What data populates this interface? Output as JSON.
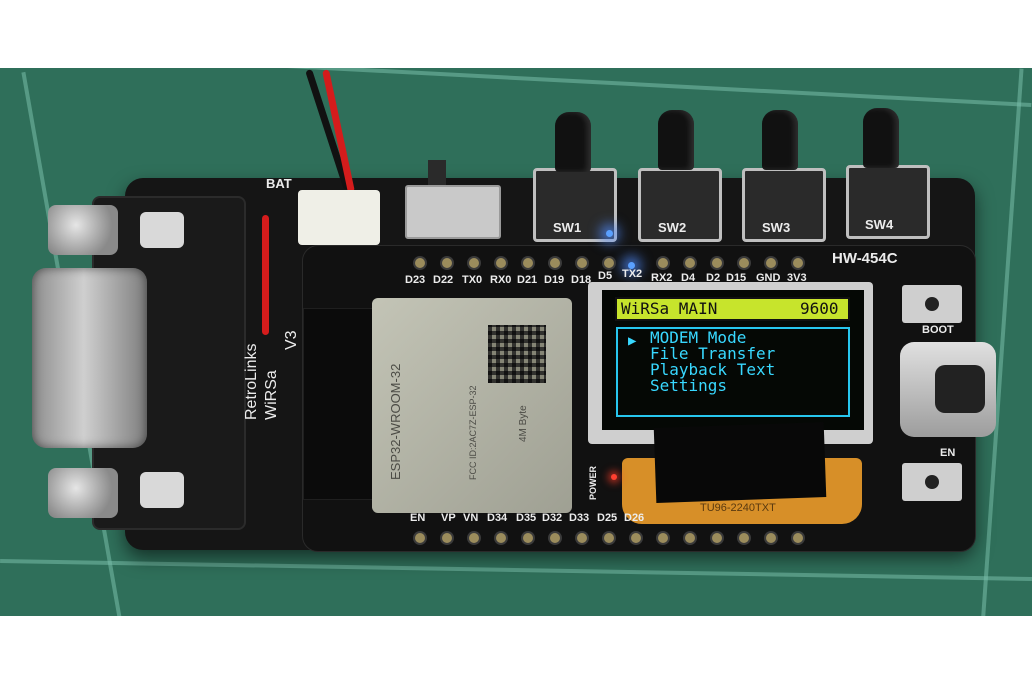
{
  "photo": {
    "subject": "HW-454C ESP32 RetroWiFi board",
    "colors": {
      "mat": "#2f6f5a",
      "board": "#151515",
      "oled_header": "#c7e42c",
      "oled_text": "#38d8ff"
    }
  },
  "silkscreen": {
    "board_id": "HW-454C",
    "bat": "BAT",
    "top_pins": [
      "D23",
      "D22",
      "TX0",
      "RX0",
      "D21",
      "D19",
      "D18",
      "D5",
      "TX2",
      "RX2",
      "D4",
      "D2",
      "D15",
      "GND",
      "3V3"
    ],
    "bottom_pins": [
      "EN",
      "VP",
      "VN",
      "D34",
      "D35",
      "D32",
      "D33",
      "D25",
      "D26"
    ],
    "switches": [
      "SW1",
      "SW2",
      "SW3",
      "SW4"
    ],
    "boot": "BOOT",
    "en": "EN",
    "power": "POWER",
    "logo_text": [
      "RetroLinks",
      "WiRSa",
      "V3"
    ],
    "flex_label": "TU96-2240TXT"
  },
  "esp_module": {
    "name": "ESP32-WROOM-32",
    "flash": "4M Byte",
    "fcc": "FCC ID:2AC7Z-ESP-32"
  },
  "oled": {
    "header_title": "WiRSa MAIN",
    "header_baud": "9600",
    "cursor": "▶",
    "menu_items": [
      "MODEM Mode",
      "File Transfer",
      "Playback Text",
      "Settings"
    ]
  }
}
